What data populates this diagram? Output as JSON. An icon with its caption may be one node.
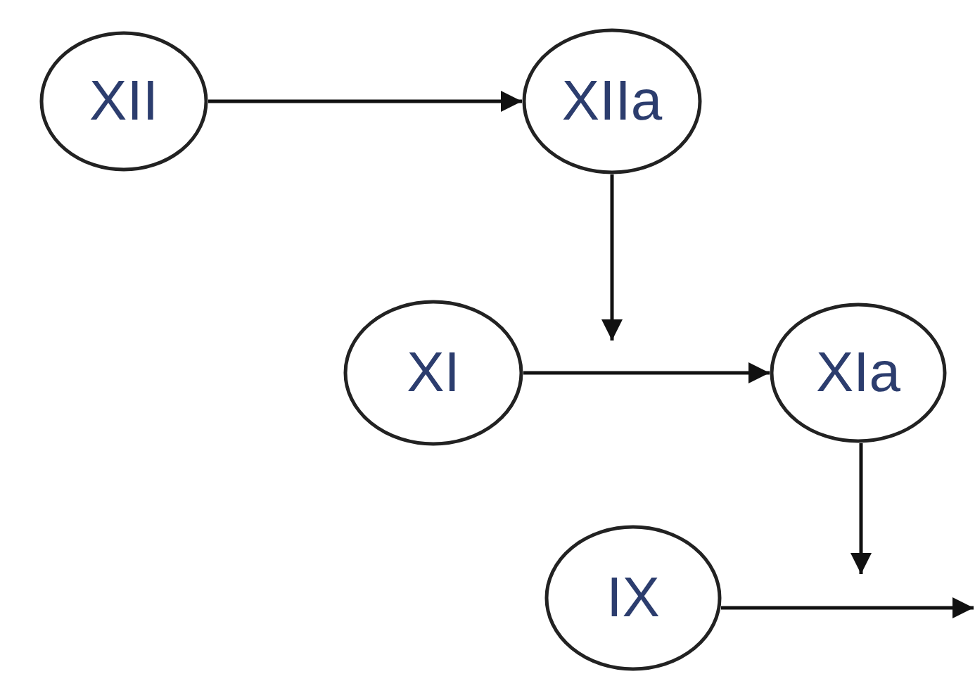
{
  "diagram": {
    "nodes": [
      {
        "text": [
          "XII"
        ]
      },
      {
        "text": [
          "XIIa"
        ]
      },
      {
        "text": [
          "XI"
        ]
      },
      {
        "text": [
          "XIa"
        ]
      },
      {
        "text": [
          "IX"
        ]
      }
    ],
    "edges": [
      {
        "from": 0,
        "to": 1,
        "arrow": "to"
      },
      {
        "from": 1,
        "to": null,
        "arrow": "to"
      },
      {
        "from": 2,
        "to": 3,
        "arrow": "to"
      },
      {
        "from": 3,
        "to": null,
        "arrow": "to"
      },
      {
        "from": 4,
        "to": null,
        "arrow": "to"
      }
    ]
  }
}
